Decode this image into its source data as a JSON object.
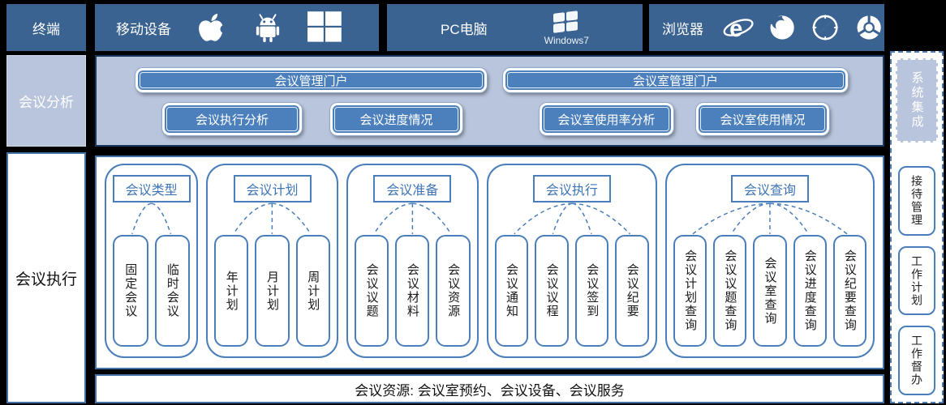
{
  "colors": {
    "header_blue": "#3A6391",
    "panel": "#B9C5DC",
    "button_blue": "#4C80BC",
    "line_blue": "#4A7EBB",
    "panel_border": "#17375E"
  },
  "header": {
    "terminal_label": "终端",
    "mobile": {
      "label": "移动设备",
      "icons": [
        "apple-icon",
        "android-icon",
        "windows-icon"
      ]
    },
    "pc": {
      "label": "PC电脑",
      "icon": "windows7-icon",
      "icon_text": "Windows7"
    },
    "browser": {
      "label": "浏览器",
      "icons": [
        "ie-icon",
        "firefox-icon",
        "safari-icon",
        "chrome-icon"
      ]
    }
  },
  "analysis_row": {
    "label": "会议分析",
    "portals": [
      {
        "label": "会议管理门户"
      },
      {
        "label": "会议室管理门户"
      }
    ],
    "buttons": [
      "会议执行分析",
      "会议进度情况",
      "会议室使用率分析",
      "会议室使用情况"
    ]
  },
  "execution_row": {
    "label": "会议执行",
    "groups": [
      {
        "title": "会议类型",
        "pills": [
          "固定会议",
          "临时会议"
        ]
      },
      {
        "title": "会议计划",
        "pills": [
          "年计划",
          "月计划",
          "周计划"
        ]
      },
      {
        "title": "会议准备",
        "pills": [
          "会议议题",
          "会议材料",
          "会议资源"
        ]
      },
      {
        "title": "会议执行",
        "pills": [
          "会议通知",
          "会议议程",
          "会议签到",
          "会议纪要"
        ]
      },
      {
        "title": "会议查询",
        "pills": [
          "会议计划查询",
          "会议议题查询",
          "会议室查询",
          "会议进度查询",
          "会议纪要查询"
        ]
      }
    ],
    "resources_bar": "会议资源: 会议室预约、会议设备、会议服务"
  },
  "sidebar": {
    "integration_label": "系统集成",
    "items": [
      "接待管理",
      "工作计划",
      "工作督办"
    ]
  }
}
